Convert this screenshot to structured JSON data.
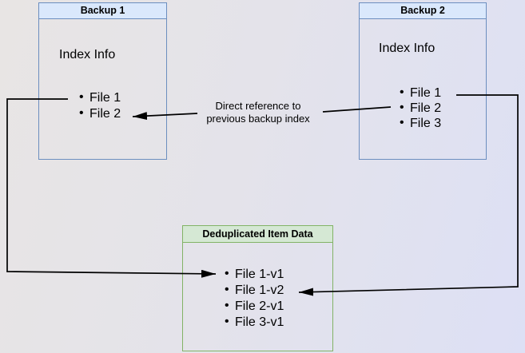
{
  "diagram": {
    "nodes": {
      "backup1": {
        "title": "Backup 1",
        "index_label": "Index Info",
        "files": [
          "File 1",
          "File 2"
        ],
        "header_fill": "#dae8fc",
        "border": "#6c8ebf"
      },
      "backup2": {
        "title": "Backup 2",
        "index_label": "Index Info",
        "files": [
          "File 1",
          "File 2",
          "File 3"
        ],
        "header_fill": "#dae8fc",
        "border": "#6c8ebf"
      },
      "dedup": {
        "title": "Deduplicated Item Data",
        "files": [
          "File 1-v1",
          "File 1-v2",
          "File 2-v1",
          "File 3-v1"
        ],
        "header_fill": "#d5e8d4",
        "border": "#82b366"
      }
    },
    "edge_label": {
      "line1": "Direct reference to",
      "line2": "previous backup index"
    },
    "colors": {
      "arrow": "#000000",
      "bg_from": "#e8e5e4",
      "bg_to": "#dde0f5"
    }
  }
}
